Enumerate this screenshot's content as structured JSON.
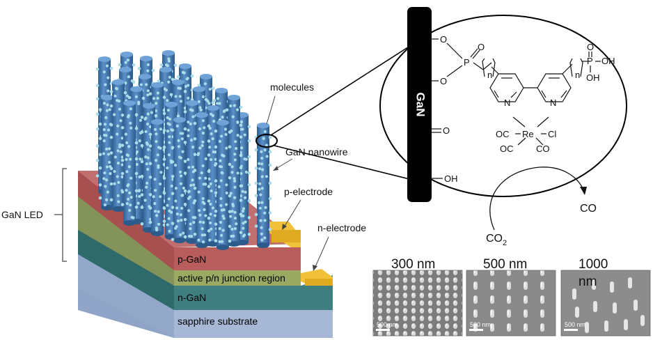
{
  "device": {
    "led_label": "GaN LED",
    "layers": [
      {
        "id": "p-gan",
        "label": "p-GaN",
        "color": "#b85c5c"
      },
      {
        "id": "active",
        "label": "active p/n junction region",
        "color": "#9aaa62"
      },
      {
        "id": "n-gan",
        "label": "n-GaN",
        "color": "#3f7f80"
      },
      {
        "id": "substrate",
        "label": "sapphire substrate",
        "color": "#a6b8d6"
      }
    ],
    "callouts": {
      "molecules": "molecules",
      "nanowire": "GaN nanowire",
      "p_electrode": "p-electrode",
      "n_electrode": "n-electrode"
    },
    "electrode_color": "#f2c13a",
    "nanowire_color": "#4a7fb8",
    "dot_color": "#a9dbe8"
  },
  "molecule": {
    "surface_label": "GaN",
    "atoms": {
      "o1": "O",
      "o2": "O",
      "o3": "O",
      "p1": "P",
      "n1": "n",
      "n2": "n",
      "p2": "P",
      "o4": "O",
      "oh1": "OH",
      "oh2": "OH",
      "ring_n1": "N",
      "ring_n2": "N",
      "oc1": "OC",
      "re": "Re",
      "cl": "Cl",
      "oc2": "OC",
      "co_lig": "CO",
      "o_double": "O",
      "oh_surface": "OH"
    }
  },
  "reaction": {
    "reactant_main": "CO",
    "reactant_sub": "2",
    "product": "CO"
  },
  "sem": {
    "panels": [
      {
        "title": "300 nm",
        "scale": "500 nm"
      },
      {
        "title": "500 nm",
        "scale": "500 nm"
      },
      {
        "title": "1000",
        "title2": "nm",
        "scale": "500 nm"
      }
    ]
  }
}
